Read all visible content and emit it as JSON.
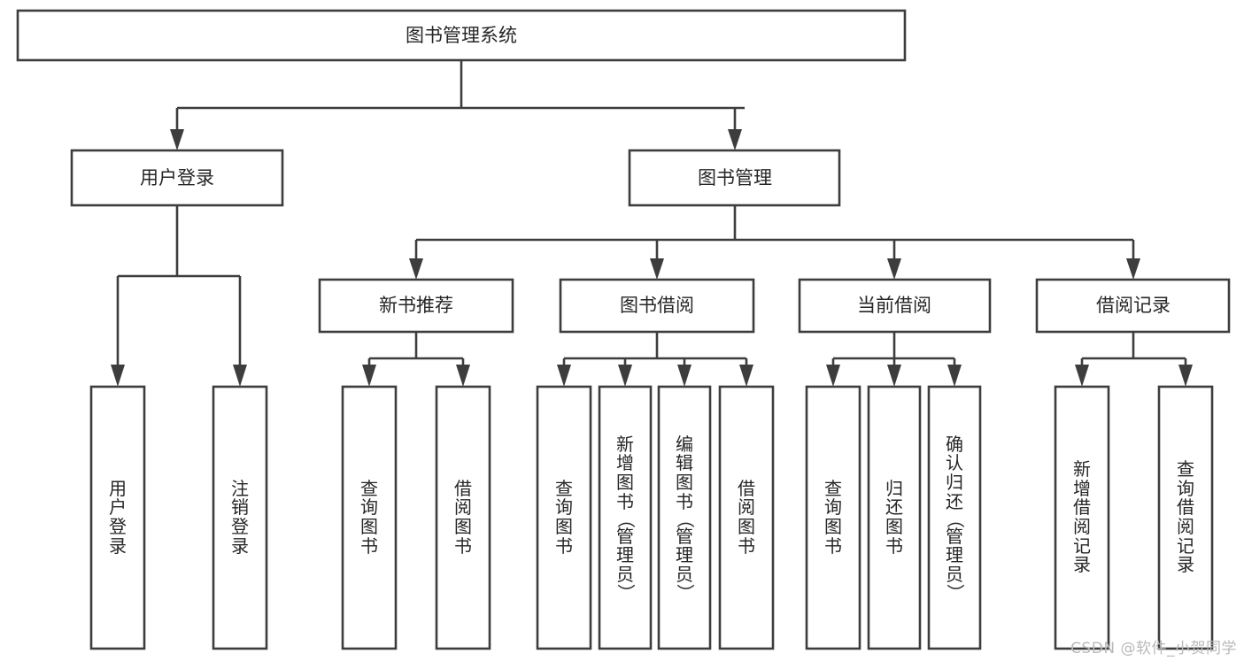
{
  "diagram": {
    "title": "图书管理系统",
    "watermark": "CSDN @软件_小贺同学",
    "colors": {
      "box_stroke": "#3d3d3d",
      "box_fill": "#ffffff",
      "text": "#262626",
      "background": "#ffffff",
      "watermark": "#b9b9b9"
    },
    "root": {
      "label": "图书管理系统"
    },
    "level2": [
      {
        "label": "用户登录"
      },
      {
        "label": "图书管理"
      }
    ],
    "level3": [
      {
        "label": "新书推荐"
      },
      {
        "label": "图书借阅"
      },
      {
        "label": "当前借阅"
      },
      {
        "label": "借阅记录"
      }
    ],
    "leaves": {
      "user_login": [
        {
          "label": "用户登录"
        },
        {
          "label": "注销登录"
        }
      ],
      "new_book": [
        {
          "label": "查询图书"
        },
        {
          "label": "借阅图书"
        }
      ],
      "book_borrow": [
        {
          "label": "查询图书"
        },
        {
          "label": "新增图书（管理员）"
        },
        {
          "label": "编辑图书（管理员）"
        },
        {
          "label": "借阅图书"
        }
      ],
      "current_borrow": [
        {
          "label": "查询图书"
        },
        {
          "label": "归还图书"
        },
        {
          "label": "确认归还（管理员）"
        }
      ],
      "borrow_record": [
        {
          "label": "新增借阅记录"
        },
        {
          "label": "查询借阅记录"
        }
      ]
    }
  }
}
